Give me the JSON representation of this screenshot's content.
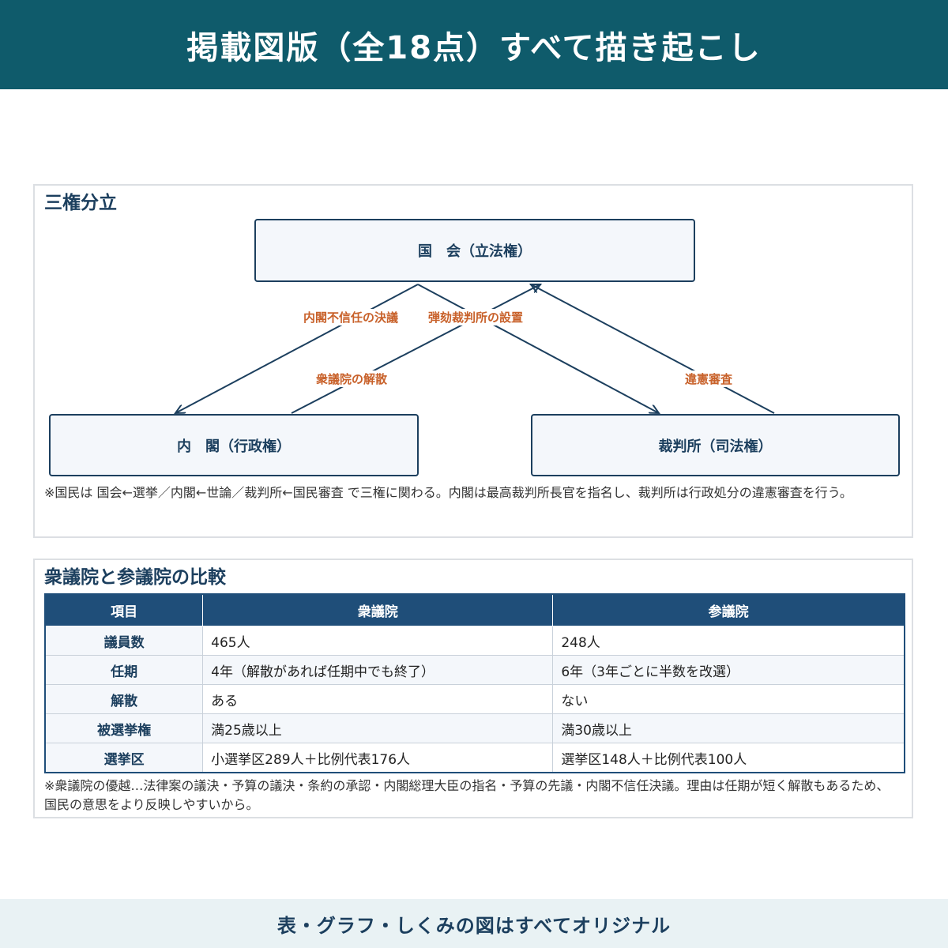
{
  "header": {
    "title": "掲載図版（全18点）すべて描き起こし"
  },
  "separation": {
    "title": "三権分立",
    "branches": {
      "legislative": "国　会（立法権）",
      "executive": "内　閣（行政権）",
      "judicial": "裁判所（司法権）"
    },
    "edges": {
      "no_confidence": "内閣不信任の決議",
      "impeachment": "弾劾裁判所の設置",
      "dissolution": "衆議院の解散",
      "judicial_review": "違憲審査"
    },
    "note": "※国民は 国会←選挙／内閣←世論／裁判所←国民審査 で三権に関わる。内閣は最高裁判所長官を指名し、裁判所は行政処分の違憲審査を行う。"
  },
  "comparison": {
    "title": "衆議院と参議院の比較",
    "headers": [
      "項目",
      "衆議院",
      "参議院"
    ],
    "rows": [
      [
        "議員数",
        "465人",
        "248人"
      ],
      [
        "任期",
        "4年（解散があれば任期中でも終了）",
        "6年（3年ごとに半数を改選）"
      ],
      [
        "解散",
        "ある",
        "ない"
      ],
      [
        "被選挙権",
        "満25歳以上",
        "満30歳以上"
      ],
      [
        "選挙区",
        "小選挙区289人＋比例代表176人",
        "選挙区148人＋比例代表100人"
      ]
    ],
    "note": "※衆議院の優越…法律案の議決・予算の議決・条約の承認・内閣総理大臣の指名・予算の先議・内閣不信任決議。理由は任期が短く解散もあるため、国民の意思をより反映しやすいから。"
  },
  "footer": {
    "text": "表・グラフ・しくみの図はすべてオリジナル"
  },
  "colors": {
    "header_bg": "#0f5b6b",
    "navy": "#1c3f5e",
    "accent": "#c8612a",
    "table_head": "#1f4e79"
  }
}
